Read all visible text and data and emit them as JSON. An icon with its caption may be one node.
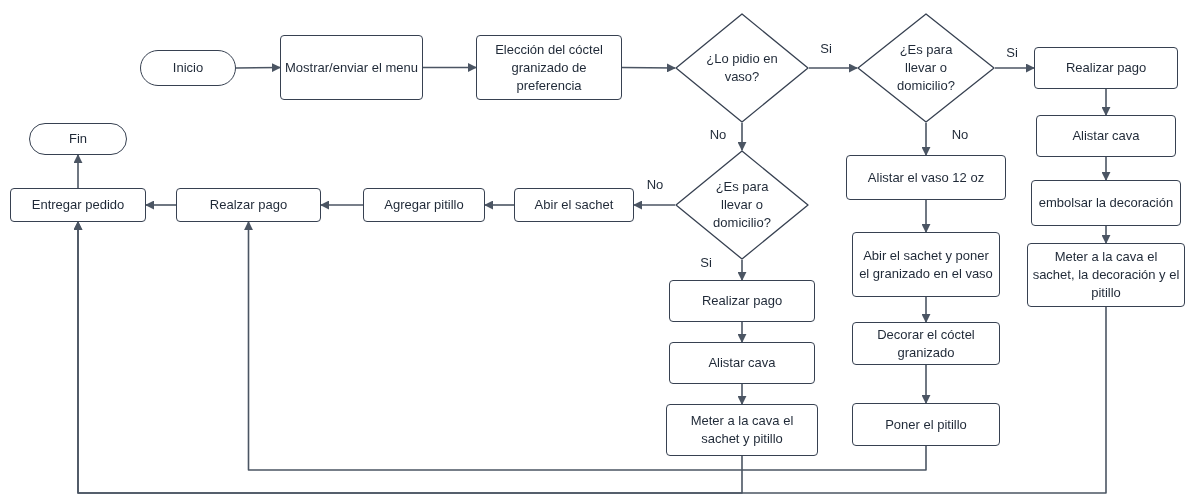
{
  "diagram": {
    "nodes": [
      {
        "text": [
          "Inicio"
        ]
      },
      {
        "text": [
          "Mostrar/enviar el menu"
        ]
      },
      {
        "text": [
          "Elección del cóctel granizado de preferencia"
        ]
      },
      {
        "text": [
          "¿Lo pidio en vaso?"
        ]
      },
      {
        "text": [
          "¿Es para llevar o domicilio?"
        ]
      },
      {
        "text": [
          "Realizar pago"
        ]
      },
      {
        "text": [
          "Alistar cava"
        ]
      },
      {
        "text": [
          "embolsar la decoración"
        ]
      },
      {
        "text": [
          "Meter a la cava el sachet, la decoración y el pitillo"
        ]
      },
      {
        "text": [
          "¿Es para llevar o domicilio?"
        ]
      },
      {
        "text": [
          "Realizar pago"
        ]
      },
      {
        "text": [
          "Alistar cava"
        ]
      },
      {
        "text": [
          "Meter a la cava el sachet y pitillo"
        ]
      },
      {
        "text": [
          "Alistar el vaso 12 oz"
        ]
      },
      {
        "text": [
          "Abir el sachet y poner el granizado en el vaso"
        ]
      },
      {
        "text": [
          "Decorar el cóctel granizado"
        ]
      },
      {
        "text": [
          "Poner el pitillo"
        ]
      },
      {
        "text": [
          "Abir el sachet"
        ]
      },
      {
        "text": [
          "Agregar pitillo"
        ]
      },
      {
        "text": [
          "Realzar pago"
        ]
      },
      {
        "text": [
          "Entregar pedido"
        ]
      },
      {
        "text": [
          "Fin"
        ]
      }
    ],
    "edges": [
      {
        "from": 0,
        "to": 1,
        "arrow": "to"
      },
      {
        "from": 1,
        "to": 2,
        "arrow": "to"
      },
      {
        "from": 2,
        "to": 3,
        "arrow": "to"
      },
      {
        "from": 3,
        "to": 4,
        "label": "Si",
        "arrow": "to"
      },
      {
        "from": 4,
        "to": 5,
        "label": "Si",
        "arrow": "to"
      },
      {
        "from": 3,
        "to": 9,
        "label": "No",
        "arrow": "to"
      },
      {
        "from": 4,
        "to": 13,
        "label": "No",
        "arrow": "to"
      },
      {
        "from": 5,
        "to": 6,
        "arrow": "to"
      },
      {
        "from": 6,
        "to": 7,
        "arrow": "to"
      },
      {
        "from": 7,
        "to": 8,
        "arrow": "to"
      },
      {
        "from": 9,
        "to": 17,
        "label": "No",
        "arrow": "to"
      },
      {
        "from": 9,
        "to": 10,
        "label": "Si",
        "arrow": "to"
      },
      {
        "from": 10,
        "to": 11,
        "arrow": "to"
      },
      {
        "from": 11,
        "to": 12,
        "arrow": "to"
      },
      {
        "from": 13,
        "to": 14,
        "arrow": "to"
      },
      {
        "from": 14,
        "to": 15,
        "arrow": "to"
      },
      {
        "from": 15,
        "to": 16,
        "arrow": "to"
      },
      {
        "from": 17,
        "to": 18,
        "arrow": "to"
      },
      {
        "from": 18,
        "to": 19,
        "arrow": "to"
      },
      {
        "from": 19,
        "to": 20,
        "arrow": "to"
      },
      {
        "from": 20,
        "to": 21,
        "arrow": "to"
      },
      {
        "from": 16,
        "to": 19,
        "arrow": "to"
      },
      {
        "from": 12,
        "to": 20,
        "arrow": "to"
      },
      {
        "from": 8,
        "to": 20,
        "arrow": "to"
      }
    ]
  }
}
